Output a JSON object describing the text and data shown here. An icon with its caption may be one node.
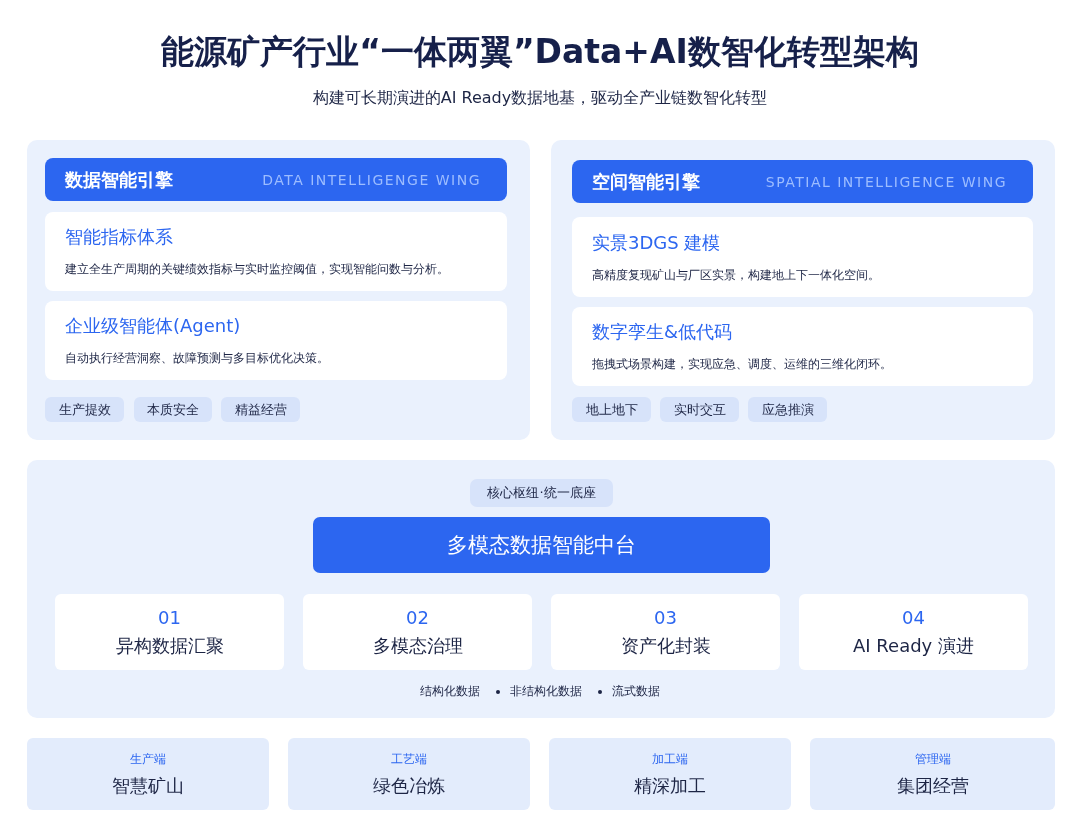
{
  "diagram": {
    "title": "能源矿产行业“一体两翼”Data+AI数智化转型架构",
    "nodes": [
      {
        "text": [],
        "shape": "box"
      },
      {
        "text": [
          "数据智能引擎",
          "DATA INTELLIGENGE WING"
        ],
        "in": 0
      },
      {
        "text": [
          "智能指标体系",
          "建立全生产周期的关键绩效指标与实时监控阈值，实现智能问数与分析。"
        ],
        "in": 0
      },
      {
        "text": [
          "企业级智能体(Agent)",
          "自动执行经营洞察、故障预测与多目标优化决策。"
        ],
        "in": 0
      },
      {
        "text": [
          "生产提效"
        ],
        "in": 0
      },
      {
        "text": [
          "本质安全"
        ],
        "in": 0
      },
      {
        "text": [
          "精益经营"
        ],
        "in": 0
      },
      {
        "text": [],
        "shape": "box"
      },
      {
        "text": [
          "空间智能引擎",
          "SPATIAL INTELLIGENCE WING"
        ],
        "in": 7
      },
      {
        "text": [
          "实景3DGS 建模",
          "高精度复现矿山与厂区实景，构建地上下一体化空间。"
        ],
        "in": 7
      },
      {
        "text": [
          "数字孪生&低代码",
          "拖拽式场景构建，实现应急、调度、运维的三维化闭环。"
        ],
        "in": 7
      },
      {
        "text": [
          "地上地下"
        ],
        "in": 7
      },
      {
        "text": [
          "实时交互"
        ],
        "in": 7
      },
      {
        "text": [
          "应急推演"
        ],
        "in": 7
      },
      {
        "text": [],
        "shape": "box"
      },
      {
        "text": [
          "核心枢纽·统一底座"
        ],
        "in": 14
      },
      {
        "text": [
          "多模态数据智能中台"
        ],
        "in": 14
      },
      {
        "text": [
          "01",
          "异构数据汇聚"
        ],
        "in": 14
      },
      {
        "text": [
          "02",
          "多模态治理"
        ],
        "in": 14
      },
      {
        "text": [
          "03",
          "资产化封装"
        ],
        "in": 14
      },
      {
        "text": [
          "04",
          "AI Ready 演进"
        ],
        "in": 14
      },
      {
        "text": [
          "生产端",
          "智慧矿山"
        ]
      },
      {
        "text": [
          "工艺端",
          "绿色冶炼"
        ]
      },
      {
        "text": [
          "加工端",
          "精深加工"
        ]
      },
      {
        "text": [
          "管理端",
          "集团经营"
        ]
      }
    ],
    "labels": [
      "构建可长期演进的AI Ready数据地基，驱动全产业链数智化转型",
      "结构化数据",
      "非结构化数据",
      "流式数据"
    ]
  }
}
